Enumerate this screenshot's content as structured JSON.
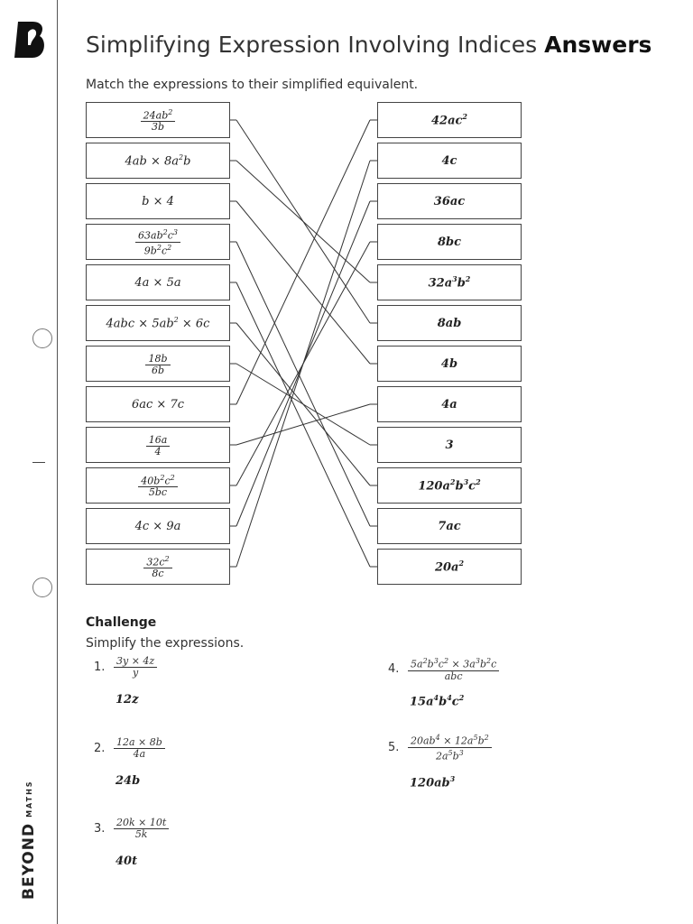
{
  "title": {
    "main": "Simplifying Expression Involving Indices",
    "bold": "Answers"
  },
  "instruction": "Match the expressions to their simplified equivalent.",
  "brand": {
    "name": "BEYOND",
    "sub": "MATHS"
  },
  "left": [
    {
      "html": "<span class='frac'><span class='num'>24ab<sup>2</sup></span><span class='den'>3b</span></span>"
    },
    {
      "html": "4ab × 8a<sup>2</sup>b"
    },
    {
      "html": "b × 4"
    },
    {
      "html": "<span class='frac'><span class='num'>63ab<sup>2</sup>c<sup>3</sup></span><span class='den'>9b<sup>2</sup>c<sup>2</sup></span></span>"
    },
    {
      "html": "4a × 5a"
    },
    {
      "html": "4abc × 5ab<sup>2</sup> × 6c"
    },
    {
      "html": "<span class='frac'><span class='num'>18b</span><span class='den'>6b</span></span>"
    },
    {
      "html": "6ac × 7c"
    },
    {
      "html": "<span class='frac'><span class='num'>16a</span><span class='den'>4</span></span>"
    },
    {
      "html": "<span class='frac'><span class='num'>40b<sup>2</sup>c<sup>2</sup></span><span class='den'>5bc</span></span>"
    },
    {
      "html": "4c × 9a"
    },
    {
      "html": "<span class='frac'><span class='num'>32c<sup>2</sup></span><span class='den'>8c</span></span>"
    }
  ],
  "right": [
    {
      "html": "42ac<sup>2</sup>"
    },
    {
      "html": "4c"
    },
    {
      "html": "36ac"
    },
    {
      "html": "8bc"
    },
    {
      "html": "32a<sup>3</sup>b<sup>2</sup>"
    },
    {
      "html": "8ab"
    },
    {
      "html": "4b"
    },
    {
      "html": "4a"
    },
    {
      "html": "3"
    },
    {
      "html": "120a<sup>2</sup>b<sup>3</sup>c<sup>2</sup>"
    },
    {
      "html": "7ac"
    },
    {
      "html": "20a<sup>2</sup>"
    }
  ],
  "matches": [
    [
      0,
      5
    ],
    [
      1,
      4
    ],
    [
      2,
      6
    ],
    [
      3,
      10
    ],
    [
      4,
      11
    ],
    [
      5,
      9
    ],
    [
      6,
      8
    ],
    [
      7,
      0
    ],
    [
      8,
      7
    ],
    [
      9,
      3
    ],
    [
      10,
      2
    ],
    [
      11,
      1
    ]
  ],
  "challenge": {
    "title": "Challenge",
    "subtitle": "Simplify the expressions.",
    "items": [
      {
        "n": "1.",
        "num": "3y × 4z",
        "den": "y",
        "answer": "12z"
      },
      {
        "n": "2.",
        "num": "12a × 8b",
        "den": "4a",
        "answer": "24b"
      },
      {
        "n": "3.",
        "num": "20k × 10t",
        "den": "5k",
        "answer": "40t"
      },
      {
        "n": "4.",
        "num": "5a<sup>2</sup>b<sup>3</sup>c<sup>2</sup> × 3a<sup>3</sup>b<sup>2</sup>c",
        "den": "abc",
        "answer": "15a<sup>4</sup>b<sup>4</sup>c<sup>2</sup>"
      },
      {
        "n": "5.",
        "num": "20ab<sup>4</sup> × 12a<sup>5</sup>b<sup>2</sup>",
        "den": "2a<sup>5</sup>b<sup>3</sup>",
        "answer": "120ab<sup>3</sup>"
      }
    ]
  }
}
